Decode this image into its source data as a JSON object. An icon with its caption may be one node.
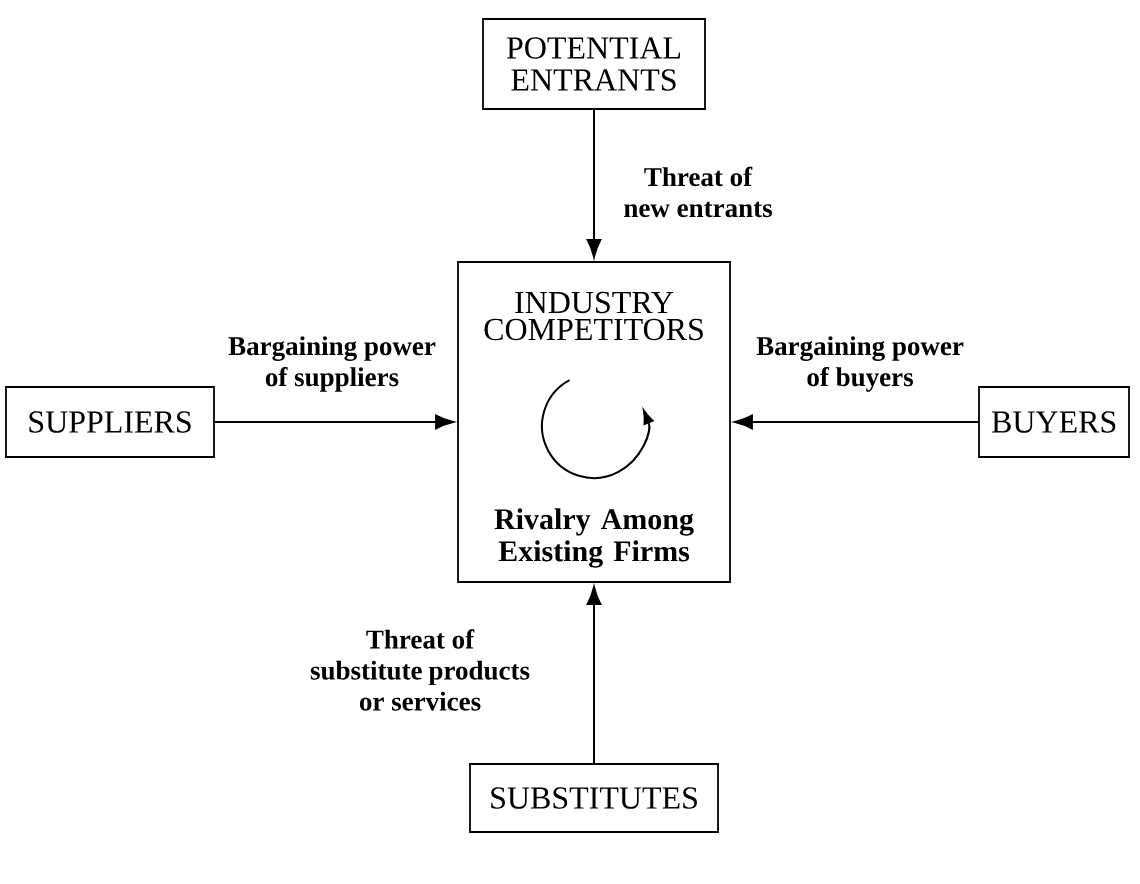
{
  "diagram": {
    "nodes": [
      {
        "text": [
          "POTENTIAL ENTRANTS"
        ]
      },
      {
        "text": [
          "INDUSTRY COMPETITORS",
          "Rivalry Among Existing Firms"
        ]
      },
      {
        "text": [
          "SUPPLIERS"
        ]
      },
      {
        "text": [
          "BUYERS"
        ]
      },
      {
        "text": [
          "SUBSTITUTES"
        ]
      }
    ],
    "edges": [
      {
        "from": 0,
        "to": 1,
        "arrow": "to",
        "label": "Threat of new entrants"
      },
      {
        "from": 2,
        "to": 1,
        "arrow": "to",
        "label": "Bargaining power of suppliers"
      },
      {
        "from": 3,
        "to": 1,
        "arrow": "to",
        "label": "Bargaining power of buyers"
      },
      {
        "from": 4,
        "to": 1,
        "arrow": "to",
        "label": "Threat of substitute products or services"
      }
    ]
  }
}
